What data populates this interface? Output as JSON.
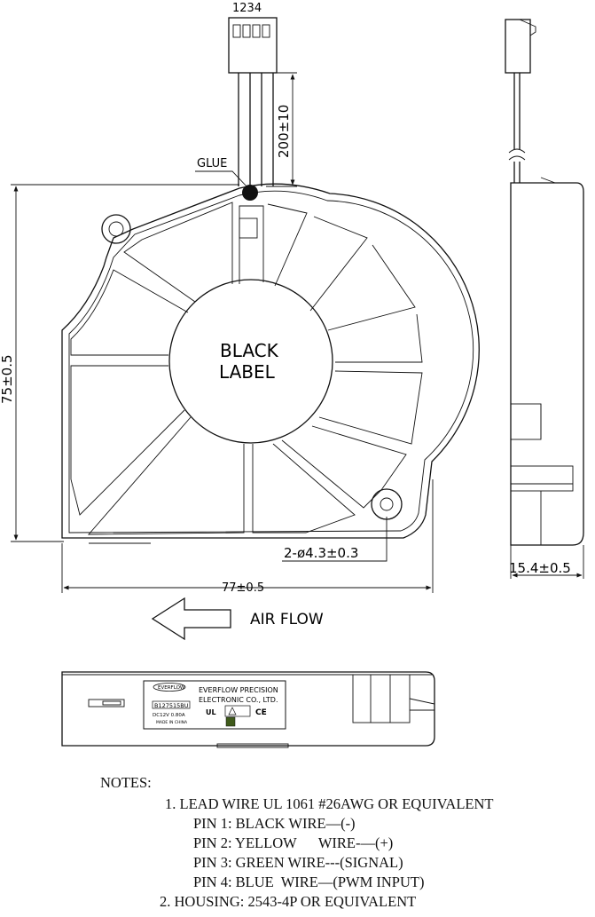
{
  "drawing": {
    "connector_pins": "1234",
    "lead_length": "200±10",
    "glue_label": "GLUE",
    "height_dim": "75±0.5",
    "center_label_line1": "BLACK",
    "center_label_line2": "LABEL",
    "hole_dim": "2-ø4.3±0.3",
    "width_dim": "77±0.5",
    "thickness_dim": "15.4±0.5",
    "air_flow": "AIR FLOW"
  },
  "label": {
    "brand": "EVERFLOW",
    "company_line1": "EVERFLOW PRECISION",
    "company_line2": "ELECTRONIC CO., LTD.",
    "model": "B127515BU",
    "rating": "DC12V  0.80A",
    "origin": "MADE IN CHINA",
    "cert_ul": "UL",
    "cert_ce": "CE"
  },
  "notes": {
    "heading": "NOTES:",
    "line1": "1. LEAD WIRE UL 1061 #26AWG OR EQUIVALENT",
    "pin1": "PIN 1: BLACK WIRE—(-)",
    "pin2": "PIN 2: YELLOW      WIRE-—(+)",
    "pin3": "PIN 3: GREEN WIRE---(SIGNAL)",
    "pin4": "PIN 4: BLUE  WIRE—(PWM INPUT)",
    "line2": "2. HOUSING: 2543-4P OR EQUIVALENT"
  }
}
